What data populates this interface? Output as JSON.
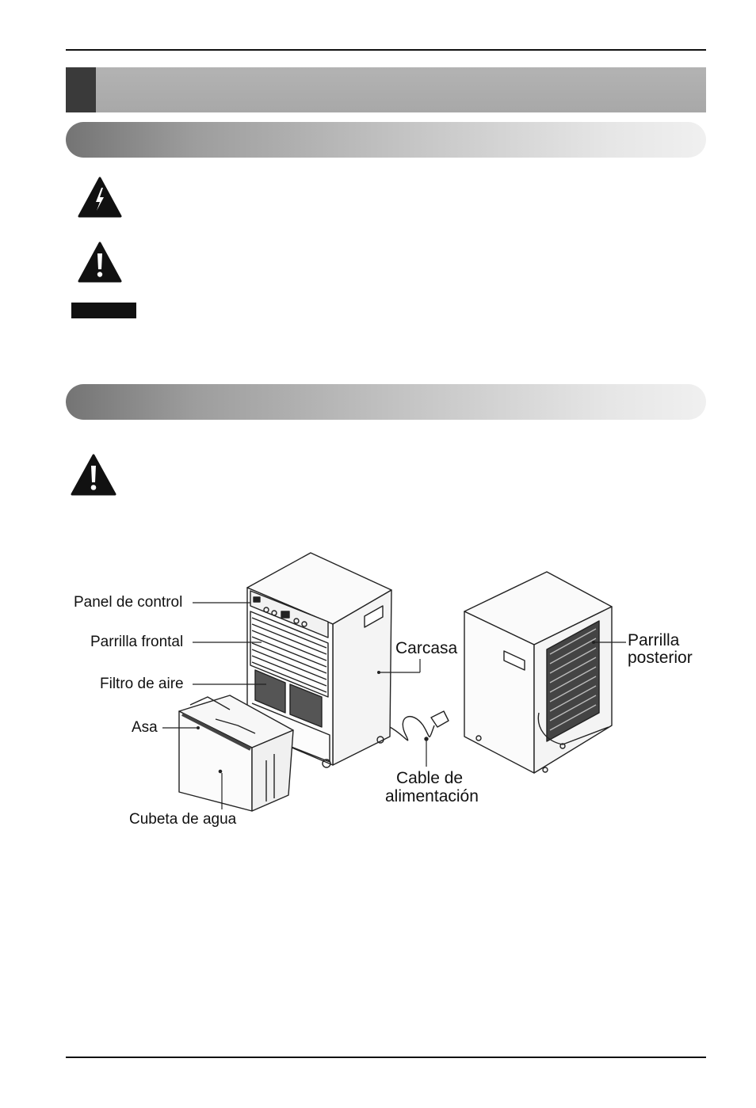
{
  "labels": {
    "panel_de_control": "Panel de control",
    "parrilla_frontal": "Parrilla frontal",
    "filtro_de_aire": "Filtro de aire",
    "asa": "Asa",
    "cubeta_de_agua": "Cubeta de agua",
    "carcasa": "Carcasa",
    "parrilla_posterior_line1": "Parrilla",
    "parrilla_posterior_line2": "posterior",
    "cable_line1": "Cable de",
    "cable_line2": "alimentación"
  },
  "icons": {
    "electric_warning": "lightning-warning-triangle",
    "caution": "exclamation-warning-triangle"
  },
  "colors": {
    "rule": "#111111",
    "title_bar": "#adadad",
    "title_block": "#3a3a3a",
    "section_bar_dark": "#747474",
    "section_bar_light": "#f0f0f0"
  }
}
